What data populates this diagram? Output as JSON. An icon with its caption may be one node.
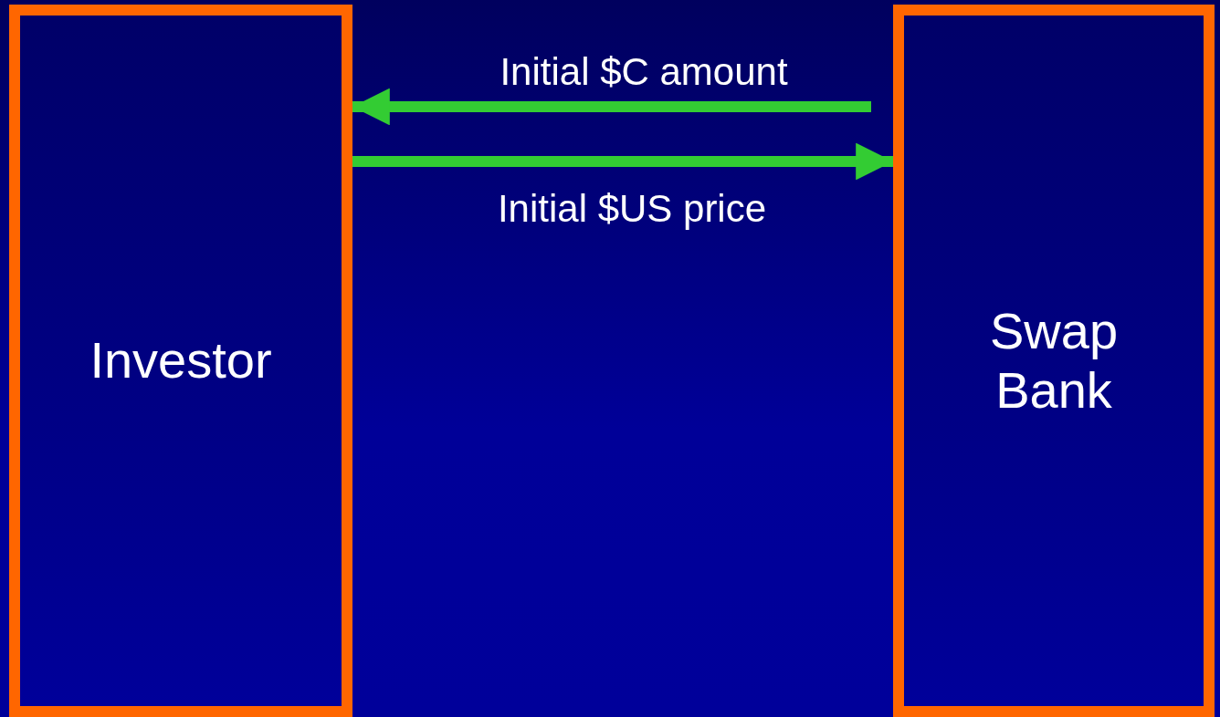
{
  "diagram": {
    "nodes": [
      {
        "text": [
          "Investor"
        ]
      },
      {
        "text": [
          "Swap Bank"
        ]
      }
    ],
    "edges": [
      {
        "from": 1,
        "to": 0,
        "arrow": "to",
        "label": "Initial $C amount"
      },
      {
        "from": 0,
        "to": 1,
        "arrow": "to",
        "label": "Initial $US price"
      }
    ]
  }
}
